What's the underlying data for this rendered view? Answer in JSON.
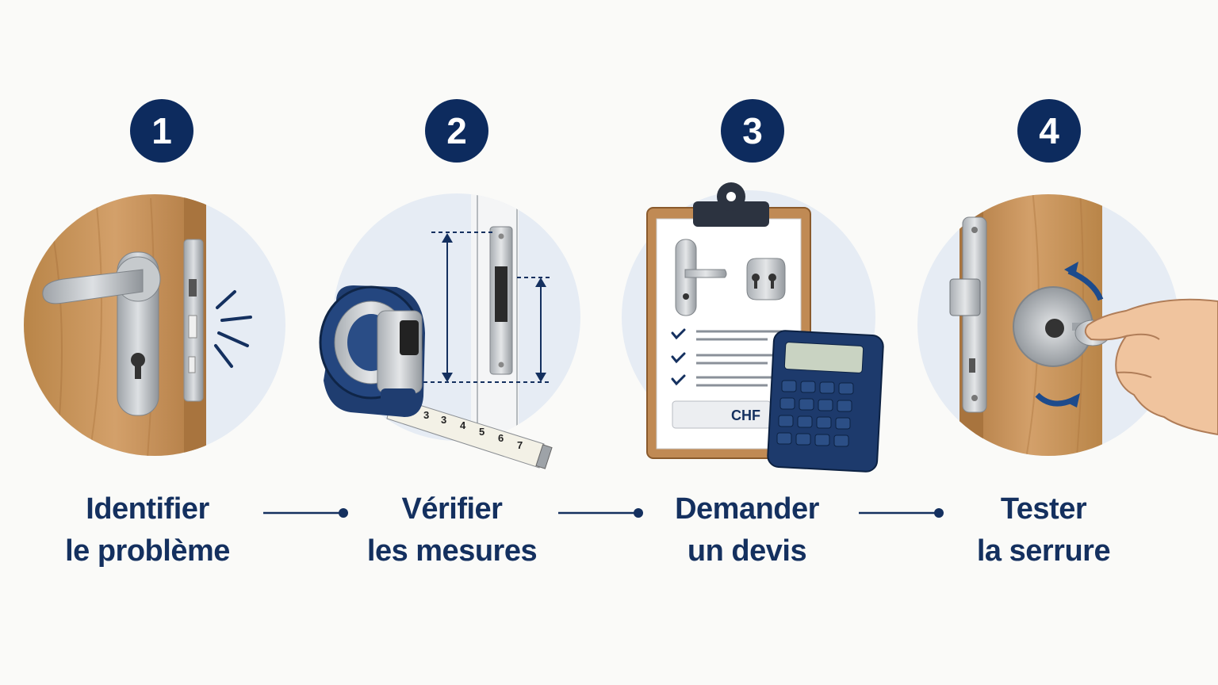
{
  "colors": {
    "navy": "#0d2b5e",
    "label": "#14305f",
    "circle_bg": "#e6ecf4",
    "wood": "#c9955c",
    "metal": "#b8bcc0"
  },
  "steps": [
    {
      "number": "1",
      "line1": "Identifier",
      "line2": "le problème",
      "illustration": "door-handle-lock-icon"
    },
    {
      "number": "2",
      "line1": "Vérifier",
      "line2": "les mesures",
      "illustration": "tape-measure-icon"
    },
    {
      "number": "3",
      "line1": "Demander",
      "line2": "un devis",
      "illustration": "clipboard-calculator-icon",
      "price_tag": "CHF"
    },
    {
      "number": "4",
      "line1": "Tester",
      "line2": "la serrure",
      "illustration": "key-in-lock-icon"
    }
  ],
  "tape_numbers": [
    "3",
    "3",
    "4",
    "5",
    "6",
    "7"
  ]
}
